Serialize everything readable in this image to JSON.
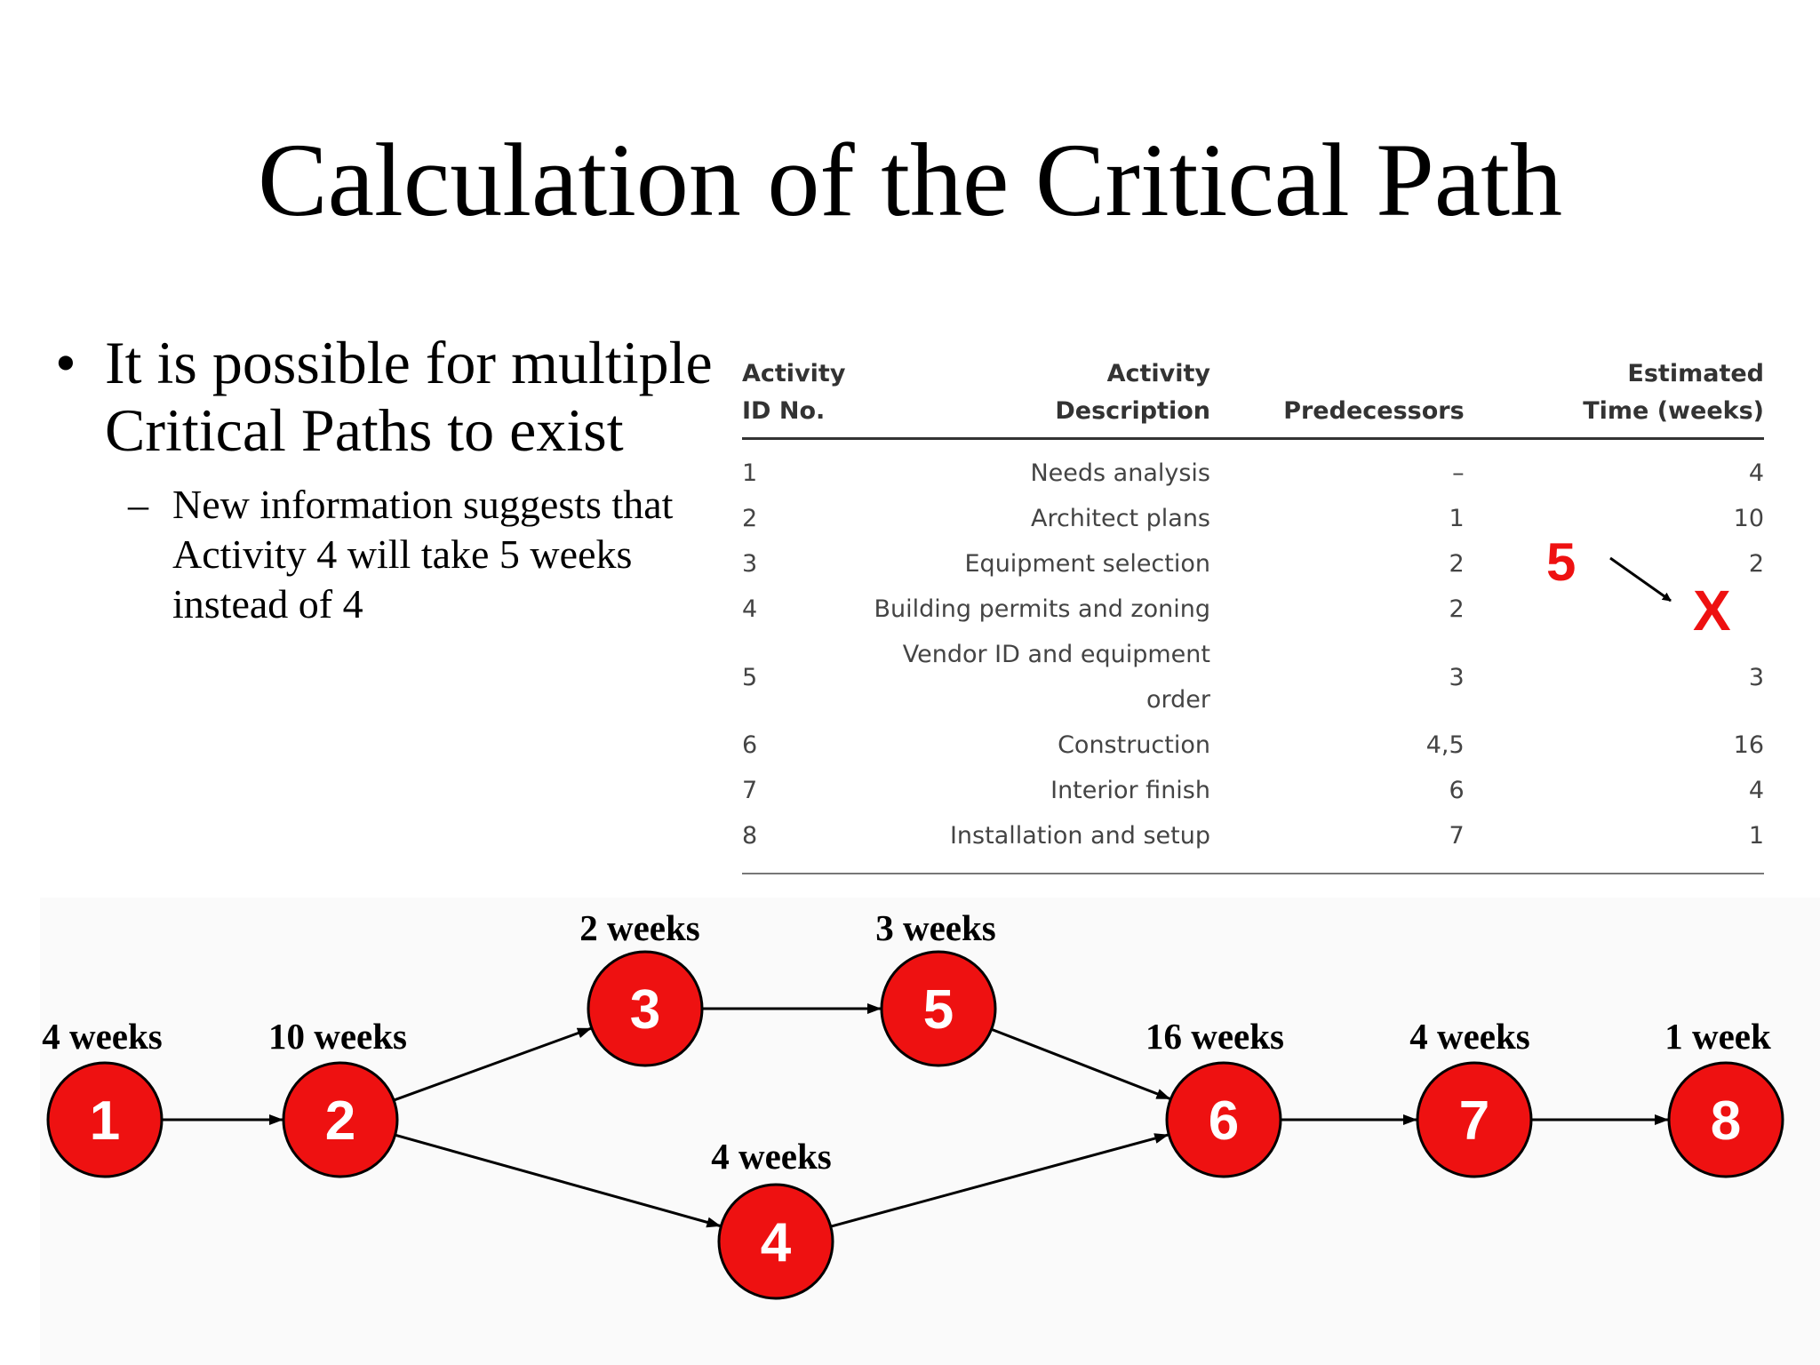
{
  "title": "Calculation of the Critical Path",
  "bullet": {
    "text": "It is possible for multiple Critical Paths to exist",
    "sub": "New information suggests that Activity 4 will take 5 weeks instead of 4"
  },
  "table": {
    "headers": {
      "id": [
        "Activity",
        "ID No."
      ],
      "desc": [
        "Activity",
        "Description"
      ],
      "pred": "Predecessors",
      "time": [
        "Estimated",
        "Time (weeks)"
      ]
    },
    "rows": [
      {
        "id": "1",
        "desc": "Needs analysis",
        "pred": "–",
        "time": "4"
      },
      {
        "id": "2",
        "desc": "Architect plans",
        "pred": "1",
        "time": "10"
      },
      {
        "id": "3",
        "desc": "Equipment selection",
        "pred": "2",
        "time": "2"
      },
      {
        "id": "4",
        "desc": "Building permits and zoning",
        "pred": "2",
        "time": ""
      },
      {
        "id": "5",
        "desc": "Vendor ID and equipment order",
        "pred": "3",
        "time": "3"
      },
      {
        "id": "6",
        "desc": "Construction",
        "pred": "4,5",
        "time": "16"
      },
      {
        "id": "7",
        "desc": "Interior finish",
        "pred": "6",
        "time": "4"
      },
      {
        "id": "8",
        "desc": "Installation and setup",
        "pred": "7",
        "time": "1"
      }
    ]
  },
  "annotation": {
    "new_value": "5",
    "crossed_mark": "X"
  },
  "network": {
    "node_color": "#ee1111",
    "nodes": [
      {
        "id": "1",
        "duration": "4 weeks"
      },
      {
        "id": "2",
        "duration": "10 weeks"
      },
      {
        "id": "3",
        "duration": "2 weeks"
      },
      {
        "id": "4",
        "duration": "4 weeks"
      },
      {
        "id": "5",
        "duration": "3 weeks"
      },
      {
        "id": "6",
        "duration": "16 weeks"
      },
      {
        "id": "7",
        "duration": "4 weeks"
      },
      {
        "id": "8",
        "duration": "1 week"
      }
    ],
    "edges": [
      [
        "1",
        "2"
      ],
      [
        "2",
        "3"
      ],
      [
        "2",
        "4"
      ],
      [
        "3",
        "5"
      ],
      [
        "5",
        "6"
      ],
      [
        "4",
        "6"
      ],
      [
        "6",
        "7"
      ],
      [
        "7",
        "8"
      ]
    ]
  }
}
